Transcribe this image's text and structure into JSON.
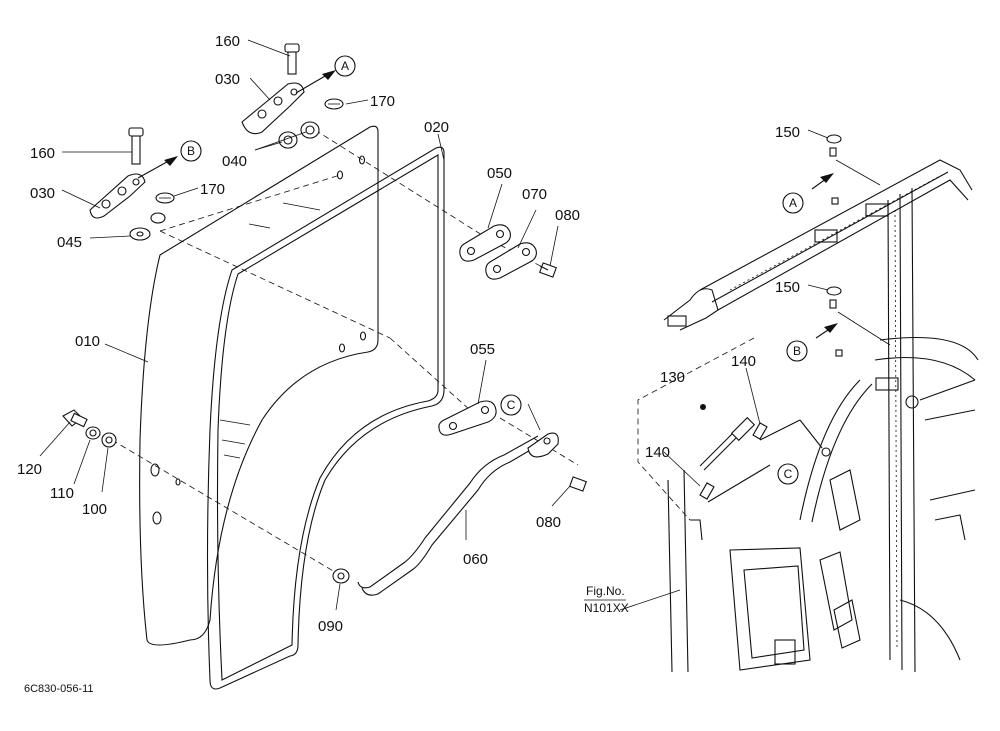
{
  "labels": {
    "p010": "010",
    "p020": "020",
    "p030a": "030",
    "p030b": "030",
    "p040": "040",
    "p045": "045",
    "p050": "050",
    "p055": "055",
    "p060": "060",
    "p070": "070",
    "p080a": "080",
    "p080b": "080",
    "p090": "090",
    "p100": "100",
    "p110": "110",
    "p120": "120",
    "p130": "130",
    "p140a": "140",
    "p140b": "140",
    "p150a": "150",
    "p150b": "150",
    "p160a": "160",
    "p160b": "160",
    "p170a": "170",
    "p170b": "170"
  },
  "refs": {
    "A1": "A",
    "B1": "B",
    "C1": "C",
    "A2": "A",
    "B2": "B",
    "C2": "C"
  },
  "fig_ref": {
    "line1": "Fig.No.",
    "line2": "N101XX"
  },
  "diagram_code": "6C830-056-11"
}
